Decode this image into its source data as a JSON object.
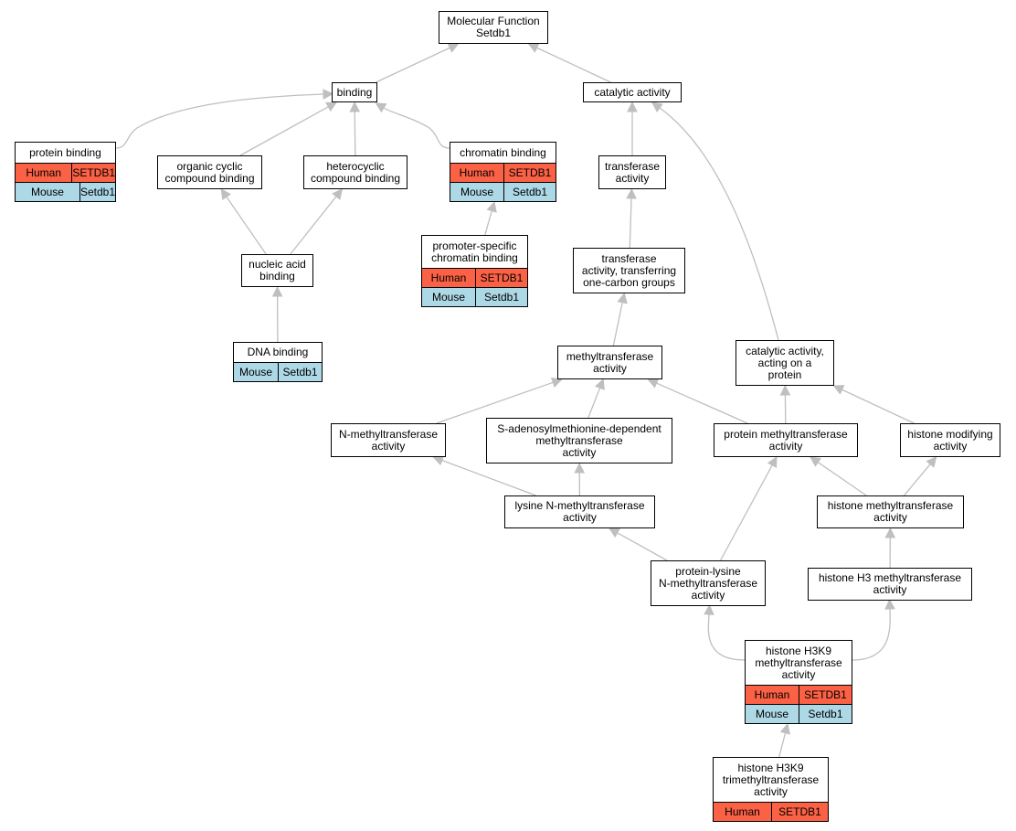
{
  "colors": {
    "human": "#fa6145",
    "mouse": "#add8e6",
    "edge": "#bfbfbf",
    "border": "#000000"
  },
  "nodes": {
    "root": {
      "label": "Molecular Function\nSetdb1"
    },
    "binding": {
      "label": "binding"
    },
    "catalytic": {
      "label": "catalytic activity"
    },
    "protein_binding": {
      "label": "protein binding",
      "rows": [
        {
          "species": "Human",
          "gene": "SETDB1"
        },
        {
          "species": "Mouse",
          "gene": "Setdb1"
        }
      ]
    },
    "organic_cyclic": {
      "label": "organic cyclic\ncompound binding"
    },
    "heterocyclic": {
      "label": "heterocyclic\ncompound binding"
    },
    "chromatin_binding": {
      "label": "chromatin binding",
      "rows": [
        {
          "species": "Human",
          "gene": "SETDB1"
        },
        {
          "species": "Mouse",
          "gene": "Setdb1"
        }
      ]
    },
    "transferase": {
      "label": "transferase\nactivity"
    },
    "nucleic_acid": {
      "label": "nucleic acid\nbinding"
    },
    "promoter_chromatin": {
      "label": "promoter-specific\nchromatin binding",
      "rows": [
        {
          "species": "Human",
          "gene": "SETDB1"
        },
        {
          "species": "Mouse",
          "gene": "Setdb1"
        }
      ]
    },
    "transferase_onecarbon": {
      "label": "transferase\nactivity, transferring\none-carbon groups"
    },
    "dna_binding": {
      "label": "DNA binding",
      "rows": [
        {
          "species": "Mouse",
          "gene": "Setdb1"
        }
      ]
    },
    "methyltransferase": {
      "label": "methyltransferase\nactivity"
    },
    "catalytic_protein": {
      "label": "catalytic activity,\nacting on a\nprotein"
    },
    "n_methyltransferase": {
      "label": "N-methyltransferase\nactivity"
    },
    "sam_dependent": {
      "label": "S-adenosylmethionine-dependent\nmethyltransferase\nactivity"
    },
    "protein_methyltransferase": {
      "label": "protein methyltransferase\nactivity"
    },
    "histone_modifying": {
      "label": "histone modifying\nactivity"
    },
    "lysine_n": {
      "label": "lysine N-methyltransferase\nactivity"
    },
    "histone_methyltransferase": {
      "label": "histone methyltransferase\nactivity"
    },
    "protein_lysine": {
      "label": "protein-lysine\nN-methyltransferase\nactivity"
    },
    "histone_h3": {
      "label": "histone H3 methyltransferase\nactivity"
    },
    "histone_h3k9": {
      "label": "histone H3K9\nmethyltransferase\nactivity",
      "rows": [
        {
          "species": "Human",
          "gene": "SETDB1"
        },
        {
          "species": "Mouse",
          "gene": "Setdb1"
        }
      ]
    },
    "histone_h3k9_tri": {
      "label": "histone H3K9\ntrimethyltransferase\nactivity",
      "rows": [
        {
          "species": "Human",
          "gene": "SETDB1"
        }
      ]
    }
  }
}
